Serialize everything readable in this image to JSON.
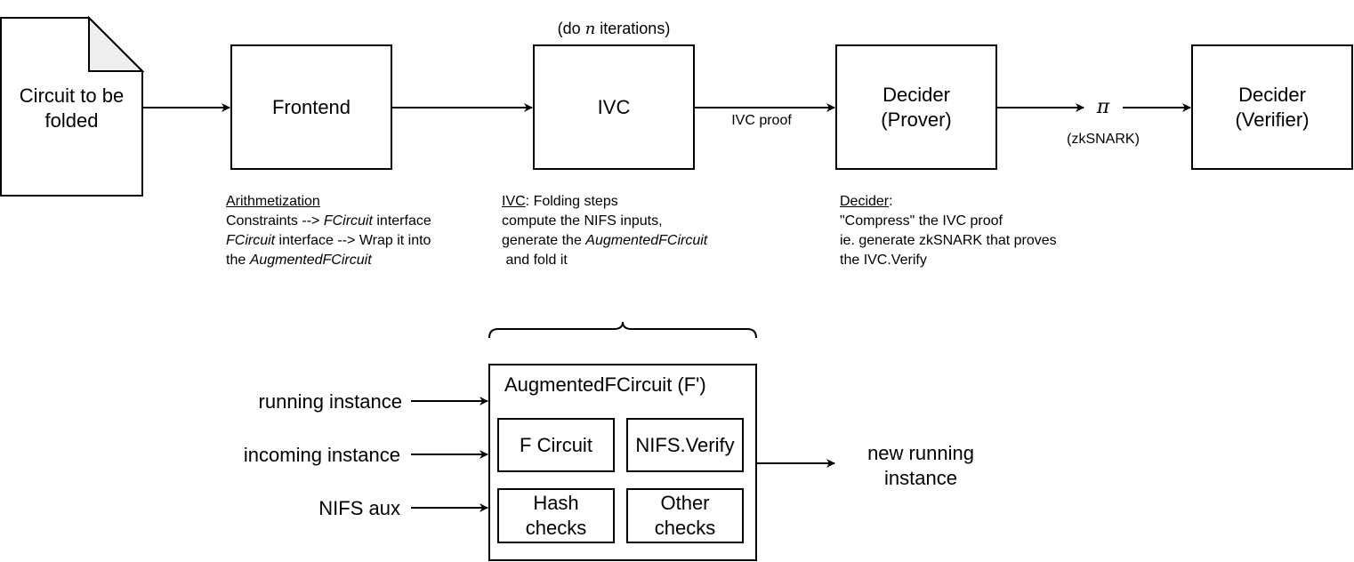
{
  "pipeline": {
    "circuit_doc": "Circuit to be folded",
    "frontend": "Frontend",
    "ivc": "IVC",
    "ivc_iterations": {
      "prefix": "(do ",
      "var": "n",
      "suffix": " iterations)"
    },
    "ivc_proof_label": "IVC proof",
    "decider_prover": [
      "Decider",
      "(Prover)"
    ],
    "pi_symbol": "π",
    "pi_caption": "(zkSNARK)",
    "decider_verifier": [
      "Decider",
      "(Verifier)"
    ]
  },
  "notes": {
    "arith": {
      "heading": "Arithmetization",
      "l2_a": "Constraints --> ",
      "l2_b": "FCircuit",
      "l2_c": " interface",
      "l3_a": "FCircuit",
      "l3_b": " interface --> Wrap it into",
      "l4_a": "the ",
      "l4_b": "AugmentedFCircuit"
    },
    "ivc": {
      "heading": "IVC",
      "heading_rest": ": Folding steps",
      "l2": "compute the NIFS inputs,",
      "l3_a": "generate the ",
      "l3_b": "AugmentedFCircuit",
      "l4": " and fold it"
    },
    "decider": {
      "heading": "Decider",
      "heading_rest": ":",
      "l2": "\"Compress\" the IVC proof",
      "l3": "ie. generate zkSNARK that proves",
      "l4": "the IVC.Verify"
    }
  },
  "augmented": {
    "title": "AugmentedFCircuit (F')",
    "f_circuit": "F Circuit",
    "nifs_verify": "NIFS.Verify",
    "hash_checks": [
      "Hash",
      "checks"
    ],
    "other_checks": [
      "Other",
      "checks"
    ],
    "inputs": [
      "running instance",
      "incoming instance",
      "NIFS aux"
    ],
    "output": [
      "new running",
      "instance"
    ]
  }
}
